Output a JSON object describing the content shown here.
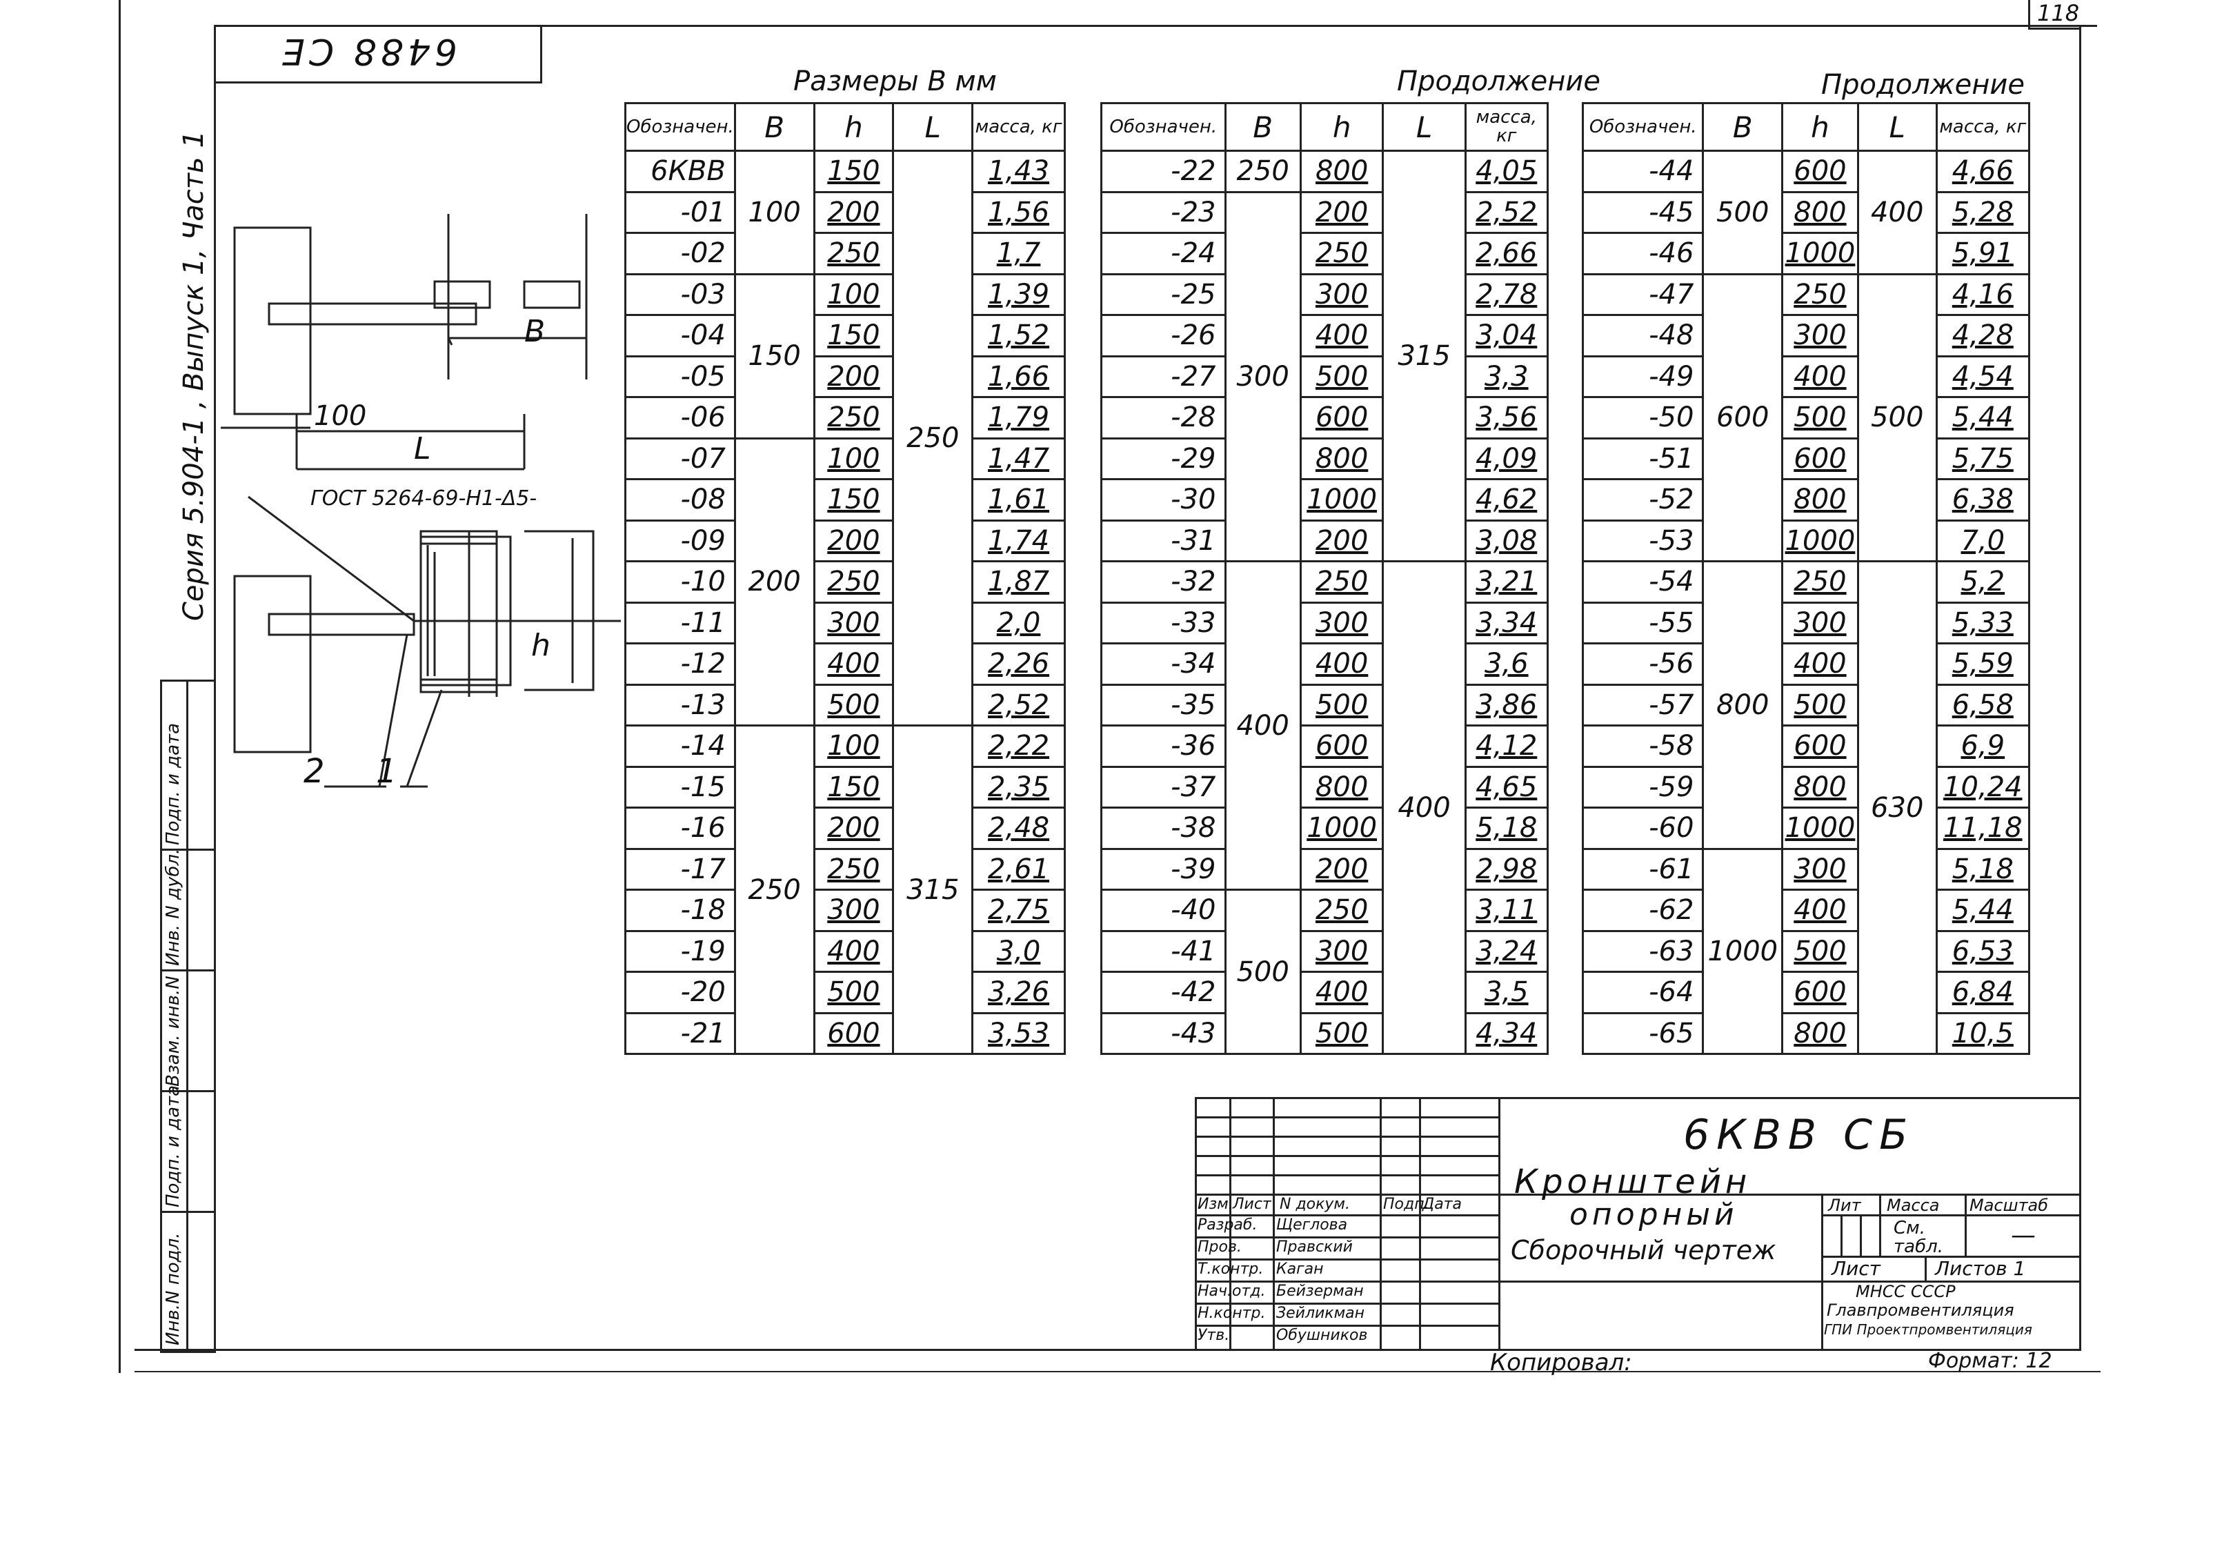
{
  "page_number": "118",
  "stamp_topleft": "6488 CE",
  "side_text": "Серия 5.904-1 , Выпуск 1, Часть 1",
  "left_strip": {
    "labels": [
      "Инв.N подл.",
      "Подп. и дата",
      "Взам. инв.N",
      "Инв. N дубл.",
      "Подп. и дата"
    ]
  },
  "drawing": {
    "dim_100": "100",
    "dim_L": "L",
    "dim_B": "B",
    "dim_h": "h",
    "weld_note": "ГОСТ 5264-69-Н1-Δ5-",
    "callout_1": "1",
    "callout_2": "2"
  },
  "captions": {
    "t1": "Размеры  В мм",
    "t2": "Продолжение",
    "t3": "Продолжение"
  },
  "headers": {
    "des": "Обозначен.",
    "des3": "Обозначен.",
    "B": "В",
    "h": "h",
    "L": "L",
    "mass": "масса, кг"
  },
  "table1": [
    {
      "des": "6КВВ",
      "B": "",
      "h": "150",
      "L": "",
      "m": "1,43"
    },
    {
      "des": "-01",
      "B": "100",
      "h": "200",
      "L": "",
      "m": "1,56"
    },
    {
      "des": "-02",
      "B": "",
      "h": "250",
      "L": "",
      "m": "1,7"
    },
    {
      "des": "-03",
      "B": "",
      "h": "100",
      "L": "",
      "m": "1,39"
    },
    {
      "des": "-04",
      "B": "",
      "h": "150",
      "L": "",
      "m": "1,52"
    },
    {
      "des": "-05",
      "B": "150",
      "h": "200",
      "L": "",
      "m": "1,66"
    },
    {
      "des": "-06",
      "B": "",
      "h": "250",
      "L": "",
      "m": "1,79"
    },
    {
      "des": "-07",
      "B": "",
      "h": "100",
      "L": "250",
      "m": "1,47"
    },
    {
      "des": "-08",
      "B": "",
      "h": "150",
      "L": "",
      "m": "1,61"
    },
    {
      "des": "-09",
      "B": "",
      "h": "200",
      "L": "",
      "m": "1,74"
    },
    {
      "des": "-10",
      "B": "200",
      "h": "250",
      "L": "",
      "m": "1,87"
    },
    {
      "des": "-11",
      "B": "",
      "h": "300",
      "L": "",
      "m": "2,0"
    },
    {
      "des": "-12",
      "B": "",
      "h": "400",
      "L": "",
      "m": "2,26"
    },
    {
      "des": "-13",
      "B": "",
      "h": "500",
      "L": "",
      "m": "2,52"
    },
    {
      "des": "-14",
      "B": "",
      "h": "100",
      "L": "",
      "m": "2,22"
    },
    {
      "des": "-15",
      "B": "",
      "h": "150",
      "L": "",
      "m": "2,35"
    },
    {
      "des": "-16",
      "B": "",
      "h": "200",
      "L": "",
      "m": "2,48"
    },
    {
      "des": "-17",
      "B": "",
      "h": "250",
      "L": "",
      "m": "2,61"
    },
    {
      "des": "-18",
      "B": "250",
      "h": "300",
      "L": "315",
      "m": "2,75"
    },
    {
      "des": "-19",
      "B": "",
      "h": "400",
      "L": "",
      "m": "3,0"
    },
    {
      "des": "-20",
      "B": "",
      "h": "500",
      "L": "",
      "m": "3,26"
    },
    {
      "des": "-21",
      "B": "",
      "h": "600",
      "L": "",
      "m": "3,53"
    }
  ],
  "table2": [
    {
      "des": "-22",
      "B": "250",
      "h": "800",
      "L": "",
      "m": "4,05"
    },
    {
      "des": "-23",
      "B": "",
      "h": "200",
      "L": "",
      "m": "2,52"
    },
    {
      "des": "-24",
      "B": "",
      "h": "250",
      "L": "",
      "m": "2,66"
    },
    {
      "des": "-25",
      "B": "",
      "h": "300",
      "L": "",
      "m": "2,78"
    },
    {
      "des": "-26",
      "B": "",
      "h": "400",
      "L": "",
      "m": "3,04"
    },
    {
      "des": "-27",
      "B": "300",
      "h": "500",
      "L": "315",
      "m": "3,3"
    },
    {
      "des": "-28",
      "B": "",
      "h": "600",
      "L": "",
      "m": "3,56"
    },
    {
      "des": "-29",
      "B": "",
      "h": "800",
      "L": "",
      "m": "4,09"
    },
    {
      "des": "-30",
      "B": "",
      "h": "1000",
      "L": "",
      "m": "4,62"
    },
    {
      "des": "-31",
      "B": "",
      "h": "200",
      "L": "",
      "m": "3,08"
    },
    {
      "des": "-32",
      "B": "",
      "h": "250",
      "L": "",
      "m": "3,21"
    },
    {
      "des": "-33",
      "B": "",
      "h": "300",
      "L": "",
      "m": "3,34"
    },
    {
      "des": "-34",
      "B": "",
      "h": "400",
      "L": "",
      "m": "3,6"
    },
    {
      "des": "-35",
      "B": "400",
      "h": "500",
      "L": "",
      "m": "3,86"
    },
    {
      "des": "-36",
      "B": "",
      "h": "600",
      "L": "",
      "m": "4,12"
    },
    {
      "des": "-37",
      "B": "",
      "h": "800",
      "L": "",
      "m": "4,65"
    },
    {
      "des": "-38",
      "B": "",
      "h": "1000",
      "L": "400",
      "m": "5,18"
    },
    {
      "des": "-39",
      "B": "",
      "h": "200",
      "L": "",
      "m": "2,98"
    },
    {
      "des": "-40",
      "B": "",
      "h": "250",
      "L": "",
      "m": "3,11"
    },
    {
      "des": "-41",
      "B": "500",
      "h": "300",
      "L": "",
      "m": "3,24"
    },
    {
      "des": "-42",
      "B": "",
      "h": "400",
      "L": "",
      "m": "3,5"
    },
    {
      "des": "-43",
      "B": "",
      "h": "500",
      "L": "",
      "m": "4,34"
    }
  ],
  "table3": [
    {
      "des": "-44",
      "B": "",
      "h": "600",
      "L": "",
      "m": "4,66"
    },
    {
      "des": "-45",
      "B": "500",
      "h": "800",
      "L": "400",
      "m": "5,28"
    },
    {
      "des": "-46",
      "B": "",
      "h": "1000",
      "L": "",
      "m": "5,91"
    },
    {
      "des": "-47",
      "B": "",
      "h": "250",
      "L": "",
      "m": "4,16"
    },
    {
      "des": "-48",
      "B": "",
      "h": "300",
      "L": "",
      "m": "4,28"
    },
    {
      "des": "-49",
      "B": "",
      "h": "400",
      "L": "",
      "m": "4,54"
    },
    {
      "des": "-50",
      "B": "",
      "h": "500",
      "L": "500",
      "m": "5,44"
    },
    {
      "des": "-51",
      "B": "600",
      "h": "600",
      "L": "",
      "m": "5,75"
    },
    {
      "des": "-52",
      "B": "",
      "h": "800",
      "L": "",
      "m": "6,38"
    },
    {
      "des": "-53",
      "B": "",
      "h": "1000",
      "L": "",
      "m": "7,0"
    },
    {
      "des": "-54",
      "B": "",
      "h": "250",
      "L": "",
      "m": "5,2"
    },
    {
      "des": "-55",
      "B": "",
      "h": "300",
      "L": "",
      "m": "5,33"
    },
    {
      "des": "-56",
      "B": "",
      "h": "400",
      "L": "",
      "m": "5,59"
    },
    {
      "des": "-57",
      "B": "800",
      "h": "500",
      "L": "",
      "m": "6,58"
    },
    {
      "des": "-58",
      "B": "",
      "h": "600",
      "L": "",
      "m": "6,9"
    },
    {
      "des": "-59",
      "B": "",
      "h": "800",
      "L": "630",
      "m": "10,24"
    },
    {
      "des": "-60",
      "B": "",
      "h": "1000",
      "L": "",
      "m": "11,18"
    },
    {
      "des": "-61",
      "B": "",
      "h": "300",
      "L": "",
      "m": "5,18"
    },
    {
      "des": "-62",
      "B": "",
      "h": "400",
      "L": "",
      "m": "5,44"
    },
    {
      "des": "-63",
      "B": "1000",
      "h": "500",
      "L": "",
      "m": "6,53"
    },
    {
      "des": "-64",
      "B": "",
      "h": "600",
      "L": "",
      "m": "6,84"
    },
    {
      "des": "-65",
      "B": "",
      "h": "800",
      "L": "",
      "m": "10,5"
    }
  ],
  "title_block": {
    "code": "6КВВ СБ",
    "name1": "Кронштейн",
    "name2": "опорный",
    "doc_type": "Сборочный чертеж",
    "col_izm": "Изм.",
    "col_list": "Лист",
    "col_doc": "N докум.",
    "col_sign": "Подп.",
    "col_date": "Дата",
    "lit": "Лит",
    "massa": "Масса",
    "masshtab": "Масштаб",
    "mass_val1": "См.",
    "mass_val2": "табл.",
    "scale_val": "—",
    "sheet": "Лист",
    "sheets": "Листов 1",
    "org1": "МНСС     СССР",
    "org2": "Главпромвентиляция",
    "org3": "ГПИ Проектпромвентиляция",
    "roles": [
      {
        "role": "Разраб.",
        "name": "Щеглова"
      },
      {
        "role": "Пров.",
        "name": "Правский"
      },
      {
        "role": "Т.контр.",
        "name": "Каган"
      },
      {
        "role": "Нач.отд.",
        "name": "Бейзерман"
      },
      {
        "role": "Н.контр.",
        "name": "Зейликман"
      },
      {
        "role": "Утв.",
        "name": "Обушников"
      }
    ],
    "copied": "Копировал:",
    "format": "Формат: 12"
  }
}
